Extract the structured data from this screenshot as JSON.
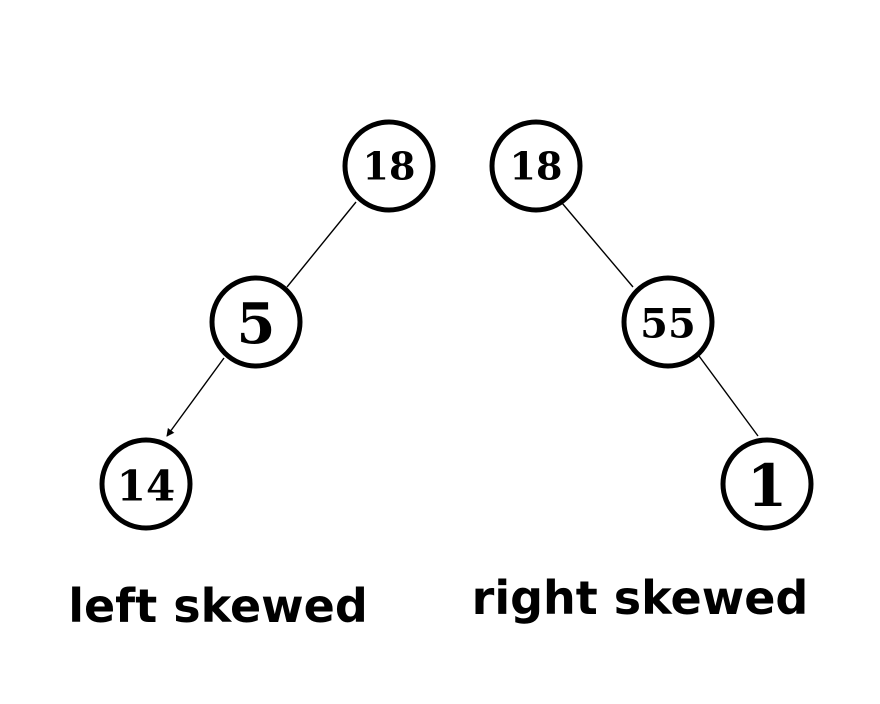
{
  "left_tree": {
    "caption": "left skewed",
    "nodes": [
      {
        "id": "l-root",
        "label": "18"
      },
      {
        "id": "l-mid",
        "label": "5"
      },
      {
        "id": "l-leaf",
        "label": "14"
      }
    ]
  },
  "right_tree": {
    "caption": "right skewed",
    "nodes": [
      {
        "id": "r-root",
        "label": "18"
      },
      {
        "id": "r-mid",
        "label": "55"
      },
      {
        "id": "r-leaf",
        "label": "1"
      }
    ]
  },
  "colors": {
    "stroke": "#000000",
    "fill": "#ffffff",
    "background": "#ffffff"
  }
}
